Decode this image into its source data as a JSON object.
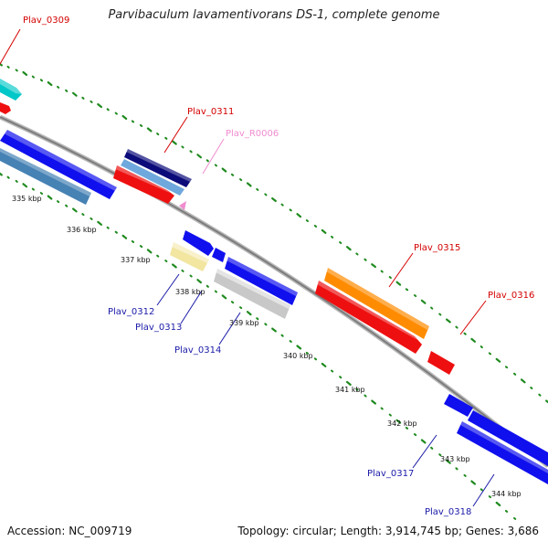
{
  "map": {
    "title": "Parvibaculum lavamentivorans DS-1, complete genome",
    "accession_label": "Accession: NC_009719",
    "topology_label": "Topology: circular; Length: 3,914,745 bp; Genes: 3,686"
  },
  "colors": {
    "forward_label": "#d40000",
    "reverse_label": "#1a1aa8",
    "rna_label": "#f08ccf",
    "backbone": "#8a8a8a",
    "tick": "#1f8a1f"
  },
  "ticks": [
    "335 kbp",
    "336 kbp",
    "337 kbp",
    "338 kbp",
    "339 kbp",
    "340 kbp",
    "341 kbp",
    "342 kbp",
    "343 kbp",
    "344 kbp"
  ],
  "genes": [
    {
      "label": "Plav_0309",
      "strand": "forward",
      "color": "#00c8c8"
    },
    {
      "label": "Plav_0311",
      "strand": "forward",
      "color": "#0b0b7a"
    },
    {
      "label": "Plav_R0006",
      "strand": "forward",
      "color": "#f08ccf"
    },
    {
      "label": "Plav_0312",
      "strand": "reverse",
      "color": "#f2e6a0"
    },
    {
      "label": "Plav_0313",
      "strand": "reverse",
      "color": "#1010ee"
    },
    {
      "label": "Plav_0314",
      "strand": "reverse",
      "color": "#c8c8c8"
    },
    {
      "label": "Plav_0315",
      "strand": "forward",
      "color": "#ff8c00"
    },
    {
      "label": "Plav_0316",
      "strand": "forward",
      "color": "#ee1010"
    },
    {
      "label": "Plav_0317",
      "strand": "reverse",
      "color": "#1010ee"
    },
    {
      "label": "Plav_0318",
      "strand": "reverse",
      "color": "#1010ee"
    }
  ]
}
